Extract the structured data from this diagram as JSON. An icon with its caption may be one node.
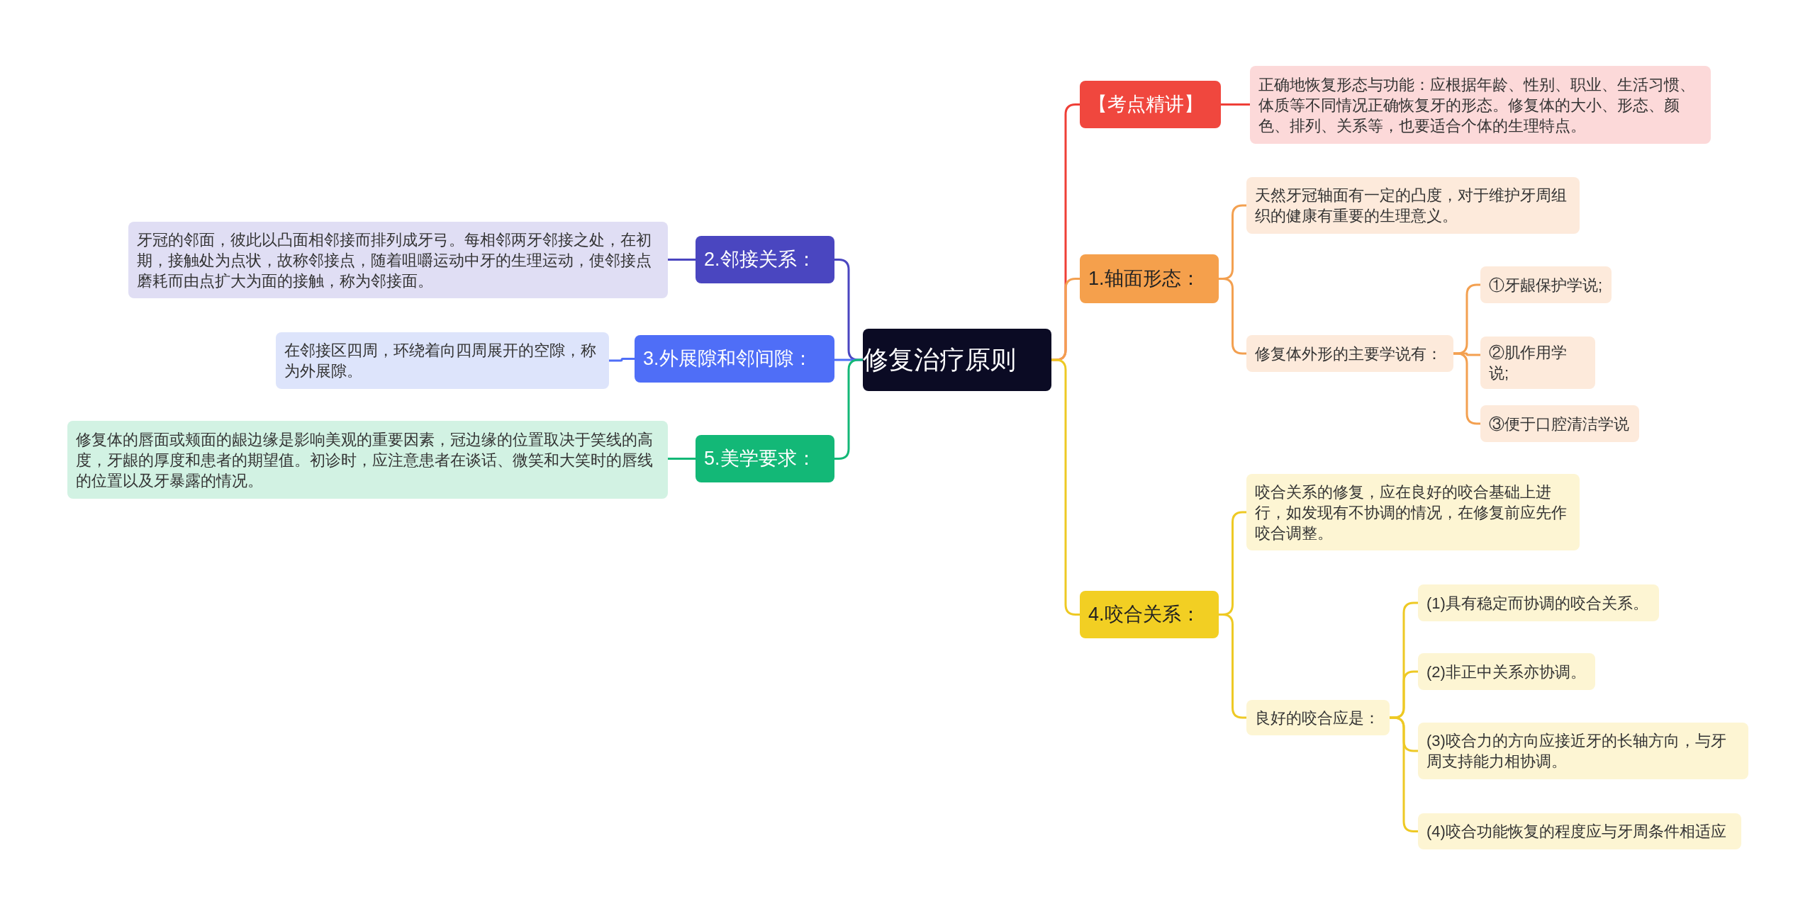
{
  "diagram": {
    "nodes": [
      {
        "text": [
          "修复治疗原则"
        ]
      },
      {
        "text": [
          "【考点精讲】"
        ]
      },
      {
        "text": [
          "正确地恢复形态与功能：应根据年龄、性别、职业、生活习惯、体质等不同情况正确恢复牙的形态。修复体的大小、形态、颜色、排列、关系等，也要适合个体的生理特点。"
        ]
      },
      {
        "text": [
          "1.轴面形态："
        ]
      },
      {
        "text": [
          "天然牙冠轴面有一定的凸度，对于维护牙周组织的健康有重要的生理意义。"
        ]
      },
      {
        "text": [
          "修复体外形的主要学说有："
        ]
      },
      {
        "text": [
          "①牙龈保护学说;"
        ]
      },
      {
        "text": [
          "②肌作用学说;"
        ]
      },
      {
        "text": [
          "③便于口腔清洁学说"
        ]
      },
      {
        "text": [
          "4.咬合关系："
        ]
      },
      {
        "text": [
          "咬合关系的修复，应在良好的咬合基础上进行，如发现有不协调的情况，在修复前应先作咬合调整。"
        ]
      },
      {
        "text": [
          "良好的咬合应是："
        ]
      },
      {
        "text": [
          "(1)具有稳定而协调的咬合关系。"
        ]
      },
      {
        "text": [
          "(2)非正中关系亦协调。"
        ]
      },
      {
        "text": [
          "(3)咬合力的方向应接近牙的长轴方向，与牙周支持能力相协调。"
        ]
      },
      {
        "text": [
          "(4)咬合功能恢复的程度应与牙周条件相适应"
        ]
      },
      {
        "text": [
          "2.邻接关系："
        ]
      },
      {
        "text": [
          "牙冠的邻面，彼此以凸面相邻接而排列成牙弓。每相邻两牙邻接之处，在初期，接触处为点状，故称邻接点，随着咀嚼运动中牙的生理运动，使邻接点磨耗而由点扩大为面的接触，称为邻接面。"
        ]
      },
      {
        "text": [
          "3.外展隙和邻间隙："
        ]
      },
      {
        "text": [
          "在邻接区四周，环绕着向四周展开的空隙，称为外展隙。"
        ]
      },
      {
        "text": [
          "5.美学要求："
        ]
      },
      {
        "text": [
          "修复体的唇面或颊面的龈边缘是影响美观的重要因素，冠边缘的位置取决于笑线的高度，牙龈的厚度和患者的期望值。初诊时，应注意患者在谈话、微笑和大笑时的唇线的位置以及牙暴露的情况。"
        ]
      }
    ],
    "edges": [
      {
        "from": 0,
        "to": 1,
        "arrow": "none",
        "color": "#ef3f37"
      },
      {
        "from": 1,
        "to": 2,
        "arrow": "none",
        "color": "#ef3f37"
      },
      {
        "from": 0,
        "to": 3,
        "arrow": "none",
        "color": "#f3a050"
      },
      {
        "from": 3,
        "to": 4,
        "arrow": "none",
        "color": "#f3a050"
      },
      {
        "from": 3,
        "to": 5,
        "arrow": "none",
        "color": "#f3a050"
      },
      {
        "from": 5,
        "to": 6,
        "arrow": "none",
        "color": "#f3a050"
      },
      {
        "from": 5,
        "to": 7,
        "arrow": "none",
        "color": "#f3a050"
      },
      {
        "from": 5,
        "to": 8,
        "arrow": "none",
        "color": "#f3a050"
      },
      {
        "from": 0,
        "to": 9,
        "arrow": "none"
      },
      {
        "from": 9,
        "to": 10,
        "arrow": "none"
      },
      {
        "from": 9,
        "to": 11,
        "arrow": "none"
      },
      {
        "from": 11,
        "to": 12,
        "arrow": "none"
      },
      {
        "from": 11,
        "to": 13,
        "arrow": "none"
      },
      {
        "from": 11,
        "to": 14,
        "arrow": "none"
      },
      {
        "from": 11,
        "to": 15,
        "arrow": "none"
      },
      {
        "from": 0,
        "to": 16,
        "arrow": "none",
        "color": "#4a46c0"
      },
      {
        "from": 16,
        "to": 17,
        "arrow": "none",
        "color": "#4a46c0"
      },
      {
        "from": 0,
        "to": 18,
        "arrow": "none",
        "color": "#4f6ef7"
      },
      {
        "from": 18,
        "to": 19,
        "arrow": "none",
        "color": "#4f6ef7"
      },
      {
        "from": 0,
        "to": 20,
        "arrow": "none",
        "color": "#13b877"
      },
      {
        "from": 20,
        "to": 21,
        "arrow": "none",
        "color": "#13b877"
      }
    ]
  }
}
